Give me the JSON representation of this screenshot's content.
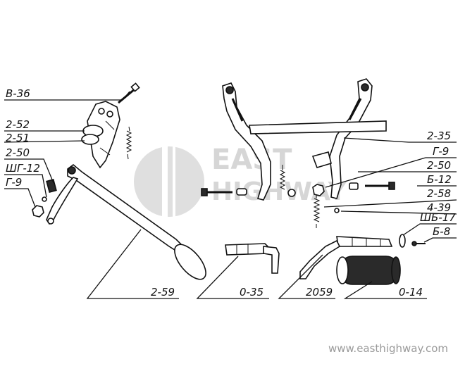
{
  "diagram": {
    "labels": {
      "v36": "В-36",
      "p252": "2-52",
      "p251": "2-51",
      "p250_left": "2-50",
      "shg12": "ШГ-12",
      "g9_left": "Г-9",
      "p235": "2-35",
      "g9_right": "Г-9",
      "p250_right": "2-50",
      "b12": "Б-12",
      "p258": "2-58",
      "p439": "4-39",
      "shb17": "ШБ-17",
      "b8": "Б-8",
      "p259": "2-59",
      "p035": "0-35",
      "p2059": "2059",
      "p014": "0-14"
    },
    "watermark": {
      "line1": "EAST",
      "line2": "HIGHWAY"
    },
    "footer_url": "www.easthighway.com"
  }
}
